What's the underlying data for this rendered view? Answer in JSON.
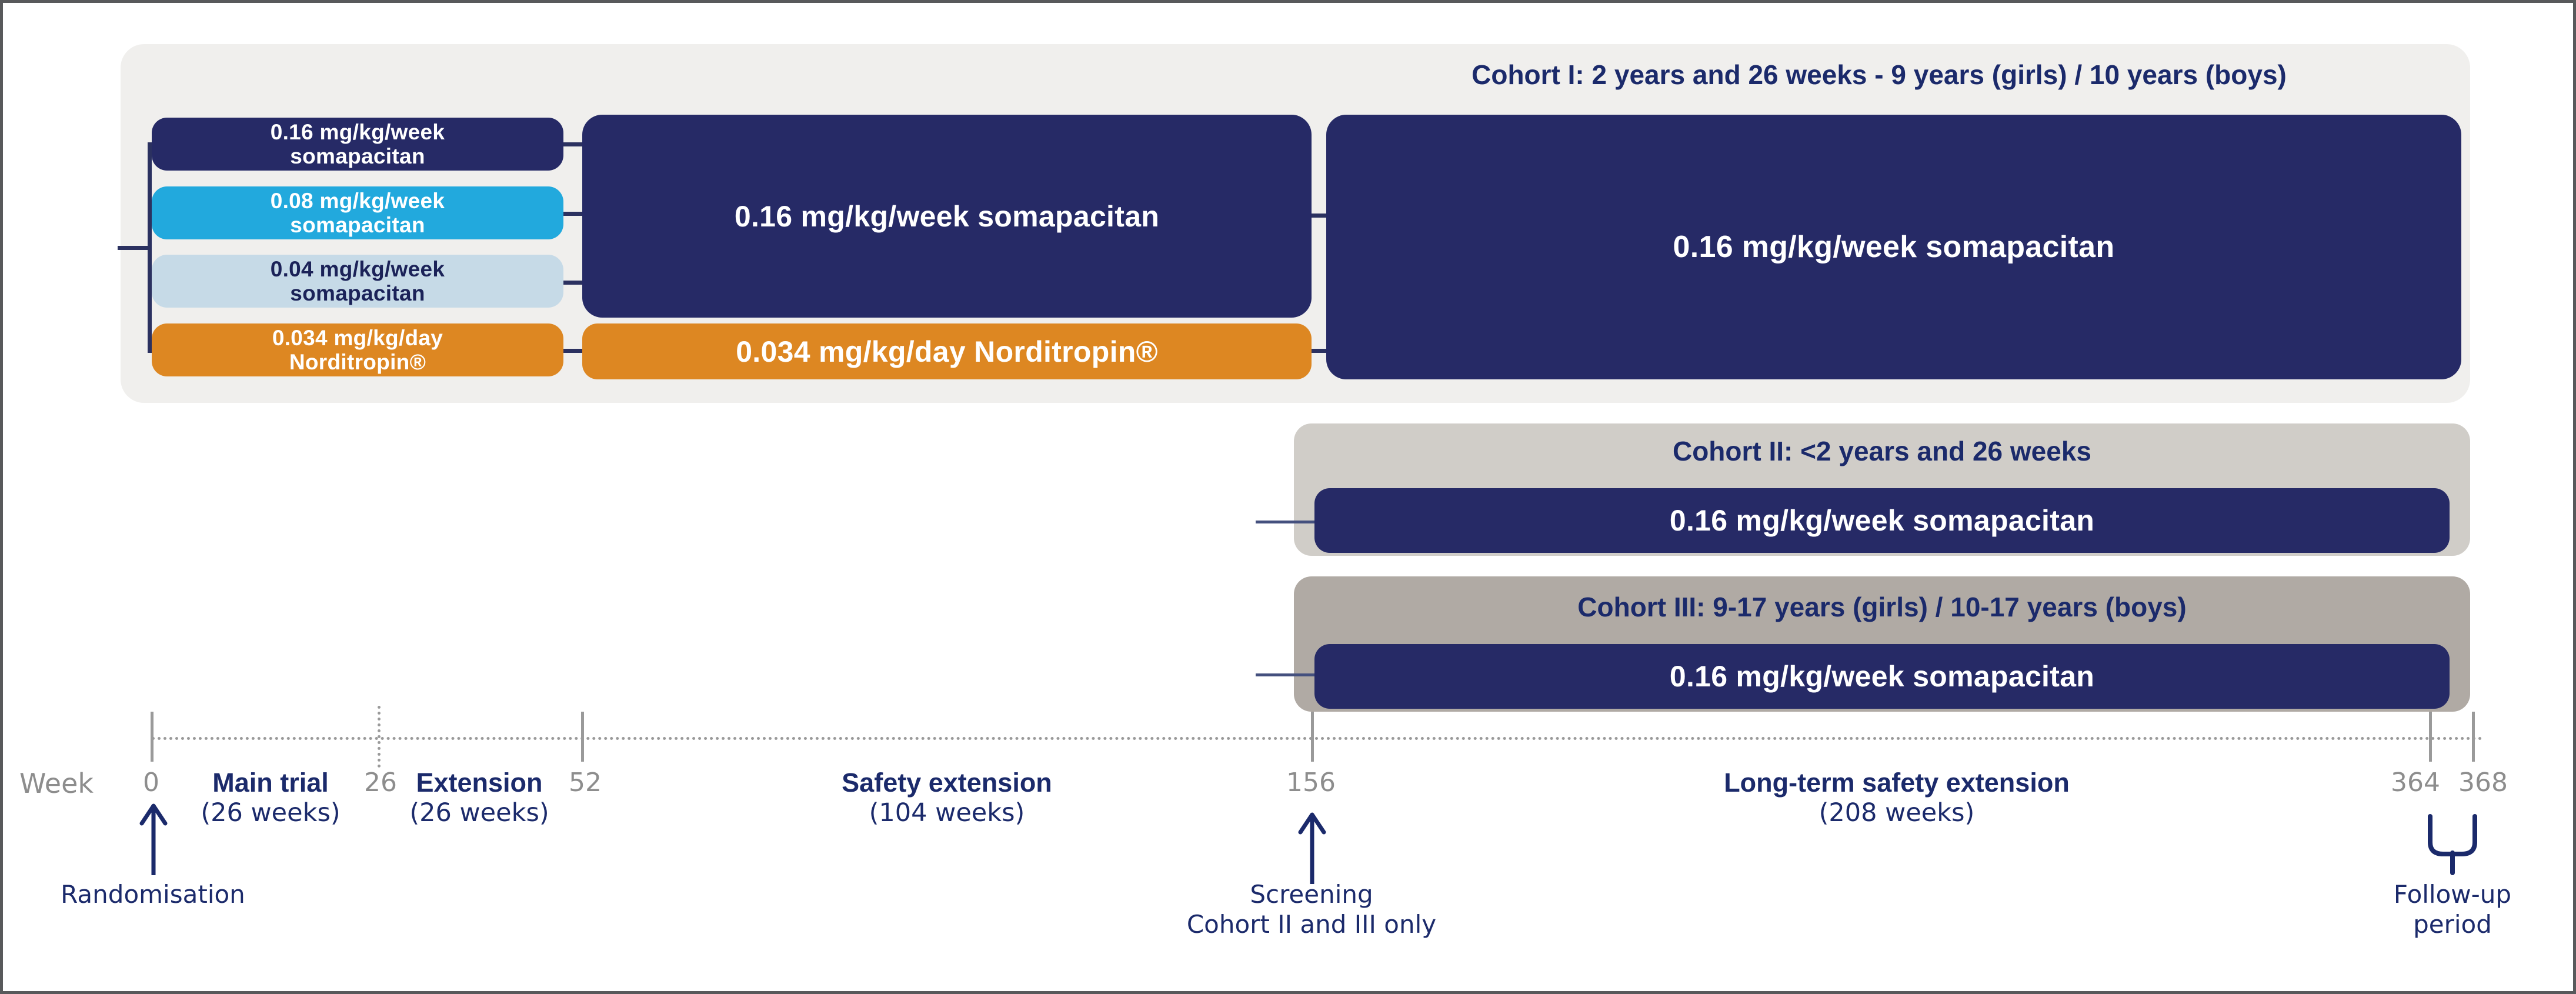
{
  "figure": {
    "type": "clinical-trial-design-schematic",
    "colors": {
      "navy": "#262a66",
      "cyan": "#22a9dd",
      "pale_blue": "#c6dae7",
      "orange": "#dd8722",
      "cohort1_panel": "#f0efed",
      "cohort2_panel": "#d0cdc8",
      "cohort3_panel": "#b0aaa4",
      "axis_gray": "#9a9a9a",
      "text_navy": "#1b2a6b",
      "frame_border": "#58595b"
    }
  },
  "randomisation_arms": [
    {
      "label": "0.16 mg/kg/week\nsomapacitan",
      "color": "navy"
    },
    {
      "label": "0.08 mg/kg/week\nsomapacitan",
      "color": "cyan"
    },
    {
      "label": "0.04 mg/kg/week\nsomapacitan",
      "color": "pale"
    },
    {
      "label": "0.034 mg/kg/day\nNorditropin®",
      "color": "orange"
    }
  ],
  "extension_arms": [
    {
      "label": "0.16 mg/kg/week somapacitan",
      "color": "navy"
    },
    {
      "label": "0.034 mg/kg/day Norditropin®",
      "color": "orange"
    }
  ],
  "cohorts": [
    {
      "id": "cohort-1",
      "title": "Cohort I: 2 years and 26 weeks - 9 years (girls) / 10 years (boys)",
      "treatment": "0.16 mg/kg/week somapacitan"
    },
    {
      "id": "cohort-2",
      "title": "Cohort II: <2 years and 26 weeks",
      "treatment": "0.16 mg/kg/week somapacitan"
    },
    {
      "id": "cohort-3",
      "title": "Cohort III: 9-17 years (girls) / 10-17 years (boys)",
      "treatment": "0.16 mg/kg/week somapacitan"
    }
  ],
  "timeline": {
    "axis_label": "Week",
    "ticks": [
      {
        "week": "0",
        "style": "solid"
      },
      {
        "week": "26",
        "style": "dotted"
      },
      {
        "week": "52",
        "style": "solid"
      },
      {
        "week": "156",
        "style": "solid"
      },
      {
        "week": "364",
        "style": "solid"
      },
      {
        "week": "368",
        "style": "solid"
      }
    ],
    "phases": [
      {
        "name": "Main trial",
        "duration": "(26 weeks)"
      },
      {
        "name": "Extension",
        "duration": "(26 weeks)"
      },
      {
        "name": "Safety extension",
        "duration": "(104 weeks)"
      },
      {
        "name": "Long-term safety extension",
        "duration": "(208 weeks)"
      }
    ],
    "annotations": [
      {
        "id": "randomisation",
        "text": "Randomisation",
        "marker": "up-arrow"
      },
      {
        "id": "screening",
        "text": "Screening\nCohort II and III only",
        "marker": "up-arrow"
      },
      {
        "id": "follow-up",
        "text": "Follow-up\nperiod",
        "marker": "bracket-tuning-fork"
      }
    ]
  }
}
